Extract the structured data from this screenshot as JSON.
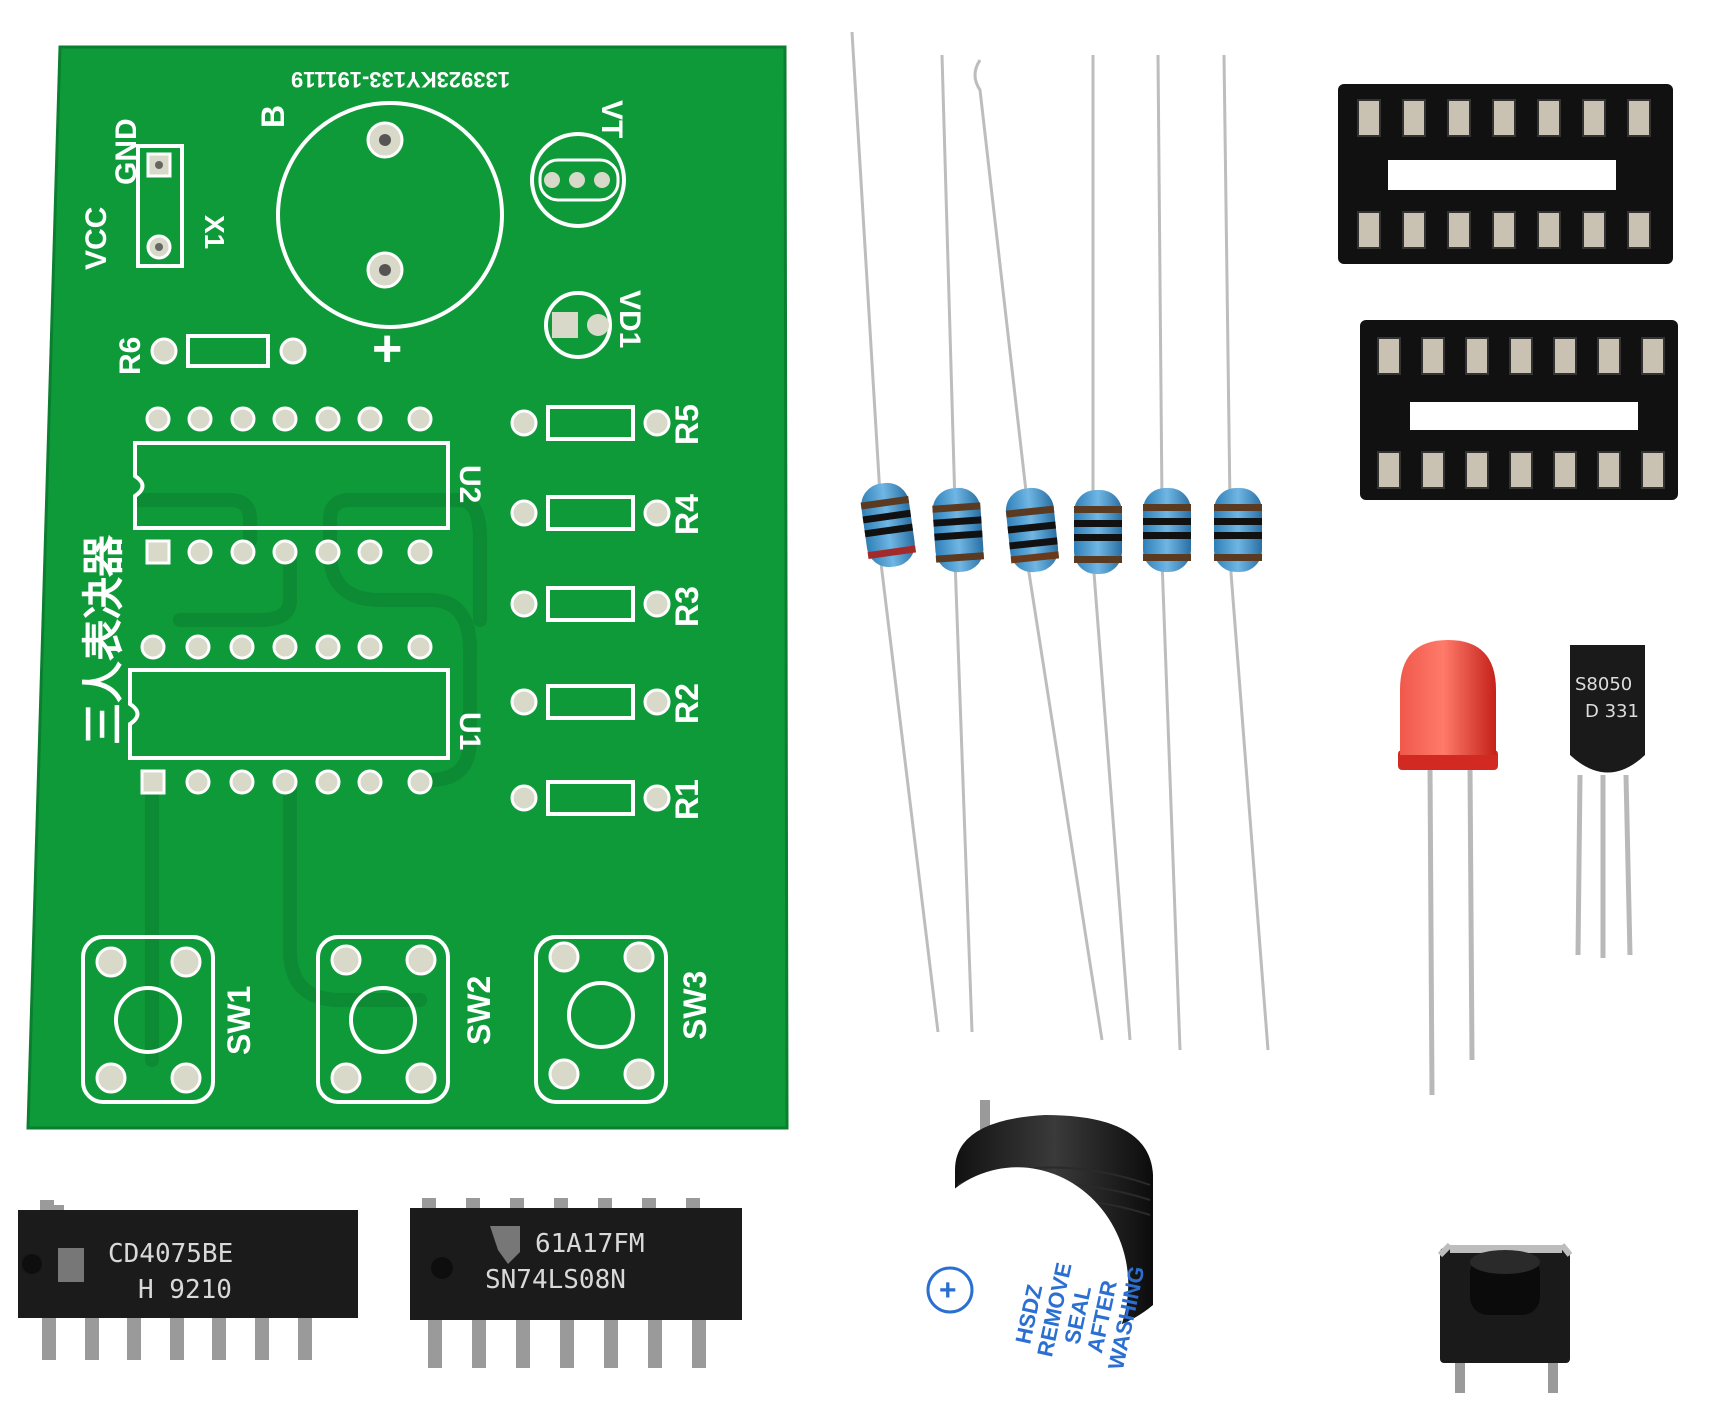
{
  "pcb": {
    "code": "133923KY133-191119",
    "title": "三人表决器",
    "labels": {
      "x1": "X1",
      "vcc": "VCC",
      "gnd": "GND",
      "b": "B",
      "vt": "VT",
      "vd1": "VD1",
      "r6": "R6",
      "plus": "+",
      "r5": "R5",
      "r4": "R4",
      "r3": "R3",
      "r2": "R2",
      "r1": "R1",
      "u2": "U2",
      "u1": "U1",
      "sw1": "SW1",
      "sw2": "SW2",
      "sw3": "SW3"
    },
    "colors": {
      "board": "#0f9a3a",
      "copper": "#0c8a34",
      "silk": "#ffffff"
    }
  },
  "chips": {
    "left": {
      "line1": "CD4075BE",
      "line2": "H 9210"
    },
    "right": {
      "line1": "61A17FM",
      "line2": "SN74LS08N"
    }
  },
  "transistor": {
    "line1": "S8050",
    "line2": "D 331"
  },
  "buzzer": {
    "plus": "+",
    "lines": [
      "HSDZ",
      "REMOVE",
      "SEAL",
      "AFTER",
      "WASHING"
    ]
  },
  "led": {
    "color": "#e8322a"
  },
  "resistors": {
    "count": 6
  }
}
